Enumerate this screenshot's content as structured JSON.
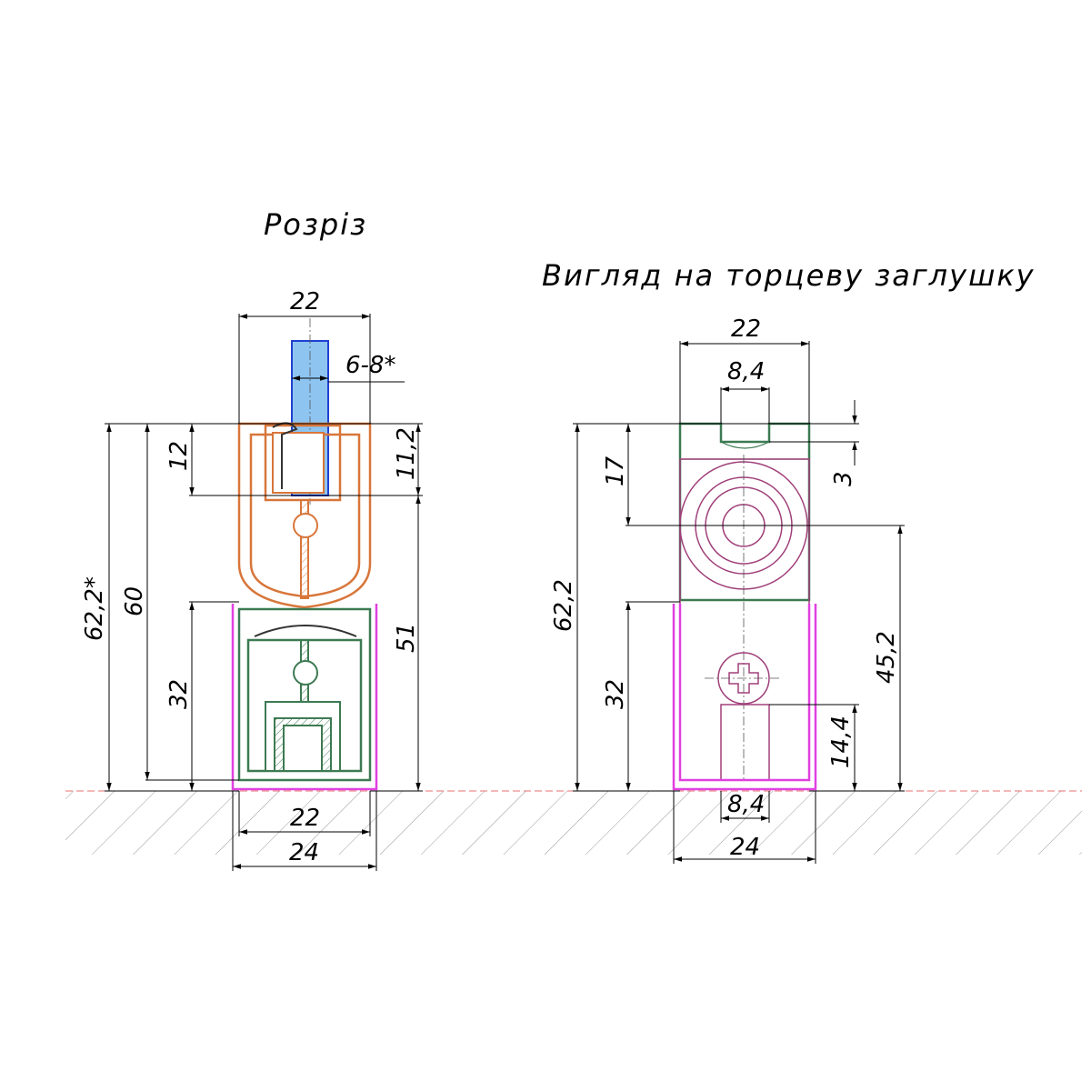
{
  "titles": {
    "section": "Розріз",
    "end_view": "Вигляд на торцеву заглушку"
  },
  "left_view": {
    "dims": {
      "top_width": "22",
      "glass": "6-8*",
      "seal_depth": "12",
      "channel_depth": "11,2",
      "total_height": "62,2*",
      "upper_height": "60",
      "lower_height": "32",
      "right_height": "51",
      "bottom_inner": "22",
      "bottom_outer": "24"
    }
  },
  "right_view": {
    "dims": {
      "top_width": "22",
      "slot_width": "8,4",
      "slot_depth": "3",
      "axis_height": "17",
      "total_height": "62,2",
      "lower_height": "32",
      "axis_from_floor": "45,2",
      "slot_bottom_height": "14,4",
      "bottom_slot": "8,4",
      "bottom_outer": "24"
    }
  },
  "colors": {
    "glass": "#8ec4f0",
    "orange_profile": "#d8763a",
    "green_profile": "#3d7a52",
    "cap": "#e040e0",
    "plug": "#a0407a"
  }
}
